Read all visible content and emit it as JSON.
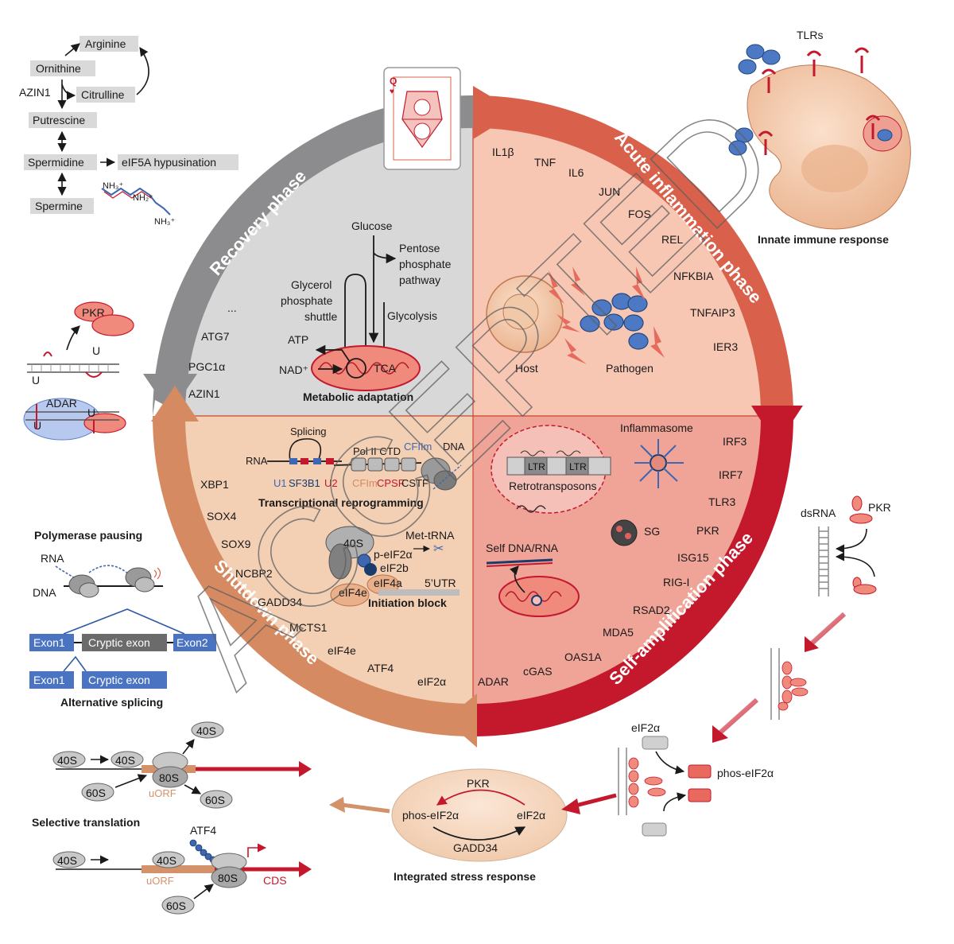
{
  "watermark": "ACCEPTED",
  "phases": {
    "recovery": "Recovery phase",
    "acute": "Acute inflammation phase",
    "self_amp": "Self-amplification phase",
    "shutdown": "Shutdown phase"
  },
  "colors": {
    "recovery_ring": "#8c8c8e",
    "recovery_fill": "#d8d8d8",
    "acute_ring": "#d9604a",
    "acute_fill": "#f7c7b3",
    "selfamp_ring": "#c4192d",
    "selfamp_fill": "#f0a397",
    "shutdown_ring": "#d68a61",
    "shutdown_fill": "#f3cfb4",
    "accent_red": "#c4192d"
  },
  "recovery": {
    "genes": [
      "...",
      "ATG7",
      "PGC1α",
      "AZIN1"
    ],
    "metabolic": {
      "glucose": "Glucose",
      "pentose": [
        "Pentose",
        "phosphate",
        "pathway"
      ],
      "glycerol": [
        "Glycerol",
        "phosphate",
        "shuttle"
      ],
      "glycolysis": "Glycolysis",
      "atp": "ATP",
      "nad": "NAD⁺",
      "tca": "TCA",
      "caption": "Metabolic adaptation"
    }
  },
  "acute": {
    "genes": [
      "IL1β",
      "TNF",
      "IL6",
      "JUN",
      "FOS",
      "REL",
      "NFKBIA",
      "TNFAIP3",
      "IER3"
    ],
    "host": "Host",
    "pathogen": "Pathogen"
  },
  "self_amp": {
    "genes": [
      "IRF3",
      "IRF7",
      "TLR3",
      "PKR",
      "ISG15",
      "RIG-I",
      "RSAD2",
      "MDA5",
      "OAS1A",
      "cGAS",
      "ADAR"
    ],
    "ltr": "LTR",
    "retro": "Retrotransposons",
    "inflammasome": "Inflammasome",
    "sg": "SG",
    "self_dna": "Self DNA/RNA"
  },
  "shutdown": {
    "genes": [
      "XBP1",
      "SOX4",
      "SOX9",
      "NCBP2",
      "GADD34",
      "MCTS1",
      "eIF4e",
      "ATF4",
      "eIF2α"
    ],
    "transcription": {
      "splicing": "Splicing",
      "rna": "RNA",
      "pol": "Pol II CTD",
      "cfiim_top": "CFIIm",
      "dna": "DNA",
      "u1": "U1",
      "sf3b1": "SF3B1",
      "u2": "U2",
      "cfiim": "CFIm",
      "cpsf": "CPSF",
      "cstf": "CSTF",
      "caption": "Transcriptional reprogramming"
    },
    "initiation": {
      "s40": "40S",
      "met": "Met-tRNA",
      "peif2a": "p-eIF2α",
      "eif2b": "eIF2b",
      "eif4e": "eIF4e",
      "eif4a": "eIF4a",
      "utr": "5’UTR",
      "caption": "Initiation block"
    }
  },
  "polyamine": {
    "arginine": "Arginine",
    "ornithine": "Ornithine",
    "azin1": "AZIN1",
    "citrulline": "Citrulline",
    "putrescine": "Putrescine",
    "spermidine": "Spermidine",
    "hypusination": "eIF5A hypusination",
    "spermine": "Spermine",
    "nh3": "NH₃⁺",
    "nh2": "NH₂⁺"
  },
  "pkr_adar": {
    "pkr": "PKR",
    "u": "U",
    "adar": "ADAR"
  },
  "polymerase": {
    "title": "Polymerase pausing",
    "rna": "RNA",
    "dna": "DNA"
  },
  "splicing": {
    "exon1": "Exon1",
    "cryptic": "Cryptic exon",
    "exon2": "Exon2",
    "caption": "Alternative splicing"
  },
  "selective": {
    "s40": "40S",
    "s60": "60S",
    "s80": "80S",
    "uorf": "uORF",
    "caption": "Selective translation",
    "atf4": "ATF4",
    "cds": "CDS"
  },
  "isr": {
    "pkr": "PKR",
    "phos": "phos-eIF2α",
    "eif2a": "eIF2α",
    "gadd34": "GADD34",
    "caption": "Integrated stress response"
  },
  "dsrna": {
    "dsrna": "dsRNA",
    "pkr": "PKR",
    "eif2a": "eIF2α",
    "phos": "phos-eIF2α"
  },
  "innate": {
    "tlrs": "TLRs",
    "caption": "Innate immune response"
  }
}
